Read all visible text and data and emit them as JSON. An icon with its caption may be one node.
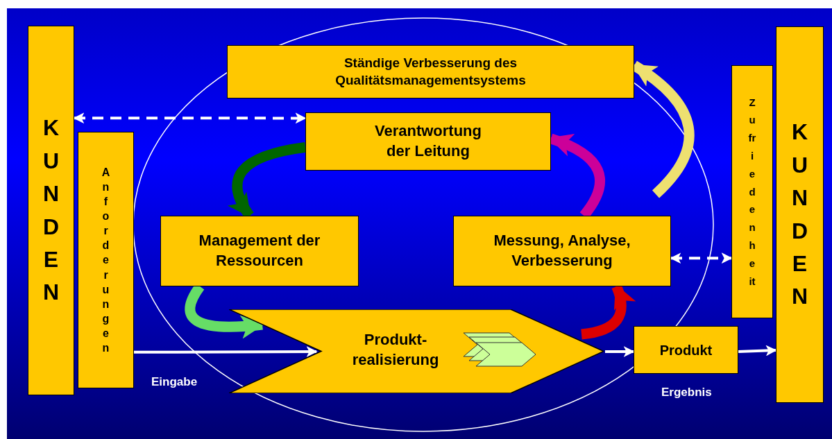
{
  "diagram": {
    "nodes": [
      {
        "text": [
          "KUNDEN"
        ]
      },
      {
        "text": [
          "Anforderungen"
        ]
      },
      {
        "text": [
          "Ständige Verbesserung des Qualitätsmanagementsystems"
        ]
      },
      {
        "text": [
          "Verantwortung der Leitung"
        ]
      },
      {
        "text": [
          "Management der Ressourcen"
        ]
      },
      {
        "text": [
          "Messung, Analyse, Verbesserung"
        ]
      },
      {
        "text": [
          "Produkt- realisierung"
        ]
      },
      {
        "text": [
          "Produkt"
        ]
      },
      {
        "text": [
          "Zufriedenheit"
        ]
      },
      {
        "text": [
          "KUNDEN"
        ]
      }
    ],
    "edges": [
      {
        "from": 0,
        "to": 3,
        "arrow": "both",
        "style": "dashed"
      },
      {
        "from": 1,
        "to": 6,
        "arrow": "to"
      },
      {
        "from": 3,
        "to": 4,
        "arrow": "to",
        "style": "thick",
        "color": "#006600"
      },
      {
        "from": 4,
        "to": 6,
        "arrow": "to",
        "style": "thick",
        "color": "#66dd66"
      },
      {
        "from": 6,
        "to": 5,
        "arrow": "to",
        "style": "thick",
        "color": "#dd0000"
      },
      {
        "from": 5,
        "to": 3,
        "arrow": "to",
        "style": "thick",
        "color": "#cc0099"
      },
      {
        "from": null,
        "to": 2,
        "arrow": "to",
        "style": "thick",
        "color": "#eee070"
      },
      {
        "from": 6,
        "to": 7,
        "arrow": "to"
      },
      {
        "from": 7,
        "to": 9,
        "arrow": "to"
      },
      {
        "from": 5,
        "to": 8,
        "arrow": "both",
        "style": "dashed"
      }
    ],
    "labels": [
      "Eingabe",
      "Ergebnis"
    ]
  }
}
